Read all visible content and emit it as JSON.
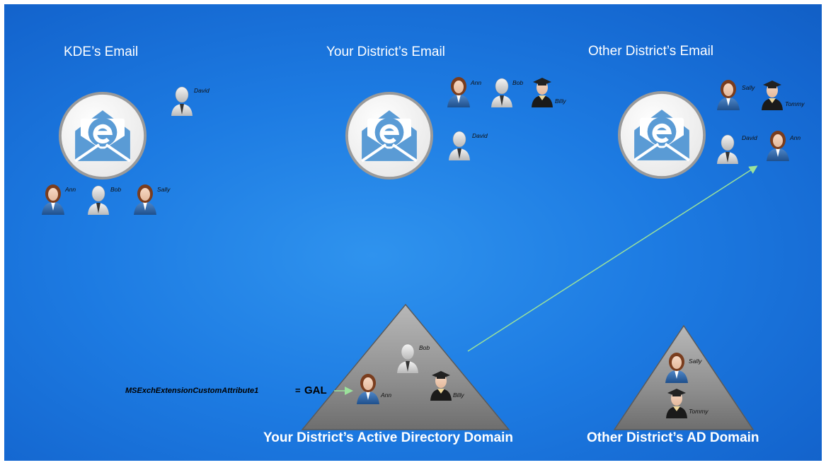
{
  "headings": {
    "kde": "KDE’s Email",
    "yours": "Your District’s Email",
    "other": "Other District’s Email"
  },
  "domains": {
    "yours": "Your District’s Active Directory Domain",
    "other": "Other District’s AD Domain"
  },
  "attribute": {
    "name": "MSExchExtensionCustomAttribute1",
    "equals": "=",
    "value": "GAL"
  },
  "people": {
    "kde": [
      "David",
      "Ann",
      "Bob",
      "Sally"
    ],
    "yours": [
      "Ann",
      "Bob",
      "Billy",
      "David"
    ],
    "other": [
      "Sally",
      "Tommy",
      "David",
      "Ann"
    ],
    "your_domain": [
      "Bob",
      "Ann",
      "Billy"
    ],
    "other_domain": [
      "Sally",
      "Tommy"
    ]
  },
  "icons": {
    "email": "email-envelope-icon",
    "woman": "woman-icon",
    "man": "man-icon",
    "graduate": "graduate-icon"
  },
  "colors": {
    "background": "#1d7be2",
    "arrow": "#9be29b",
    "email_blue": "#5a9bd5"
  }
}
